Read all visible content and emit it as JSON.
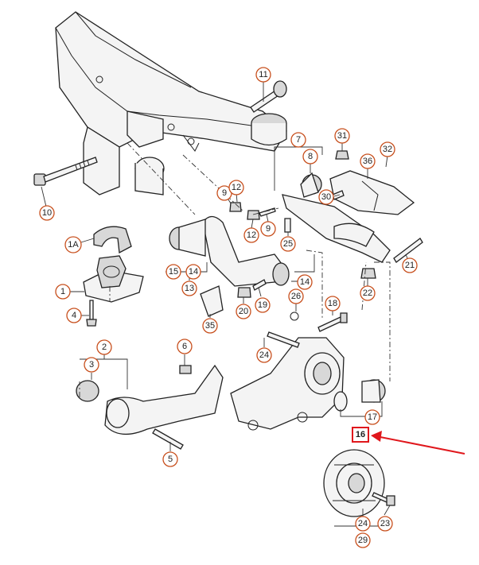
{
  "callouts": {
    "c1": "1",
    "c1a": "1A",
    "c2": "2",
    "c3": "3",
    "c4": "4",
    "c5": "5",
    "c6": "6",
    "c7": "7",
    "c8": "8",
    "c9a": "9",
    "c9b": "9",
    "c10": "10",
    "c11": "11",
    "c12a": "12",
    "c12b": "12",
    "c13": "13",
    "c14a": "14",
    "c14b": "14",
    "c15": "15",
    "c16": "16",
    "c17": "17",
    "c18": "18",
    "c19": "19",
    "c20": "20",
    "c21": "21",
    "c22": "22",
    "c23": "23",
    "c24a": "24",
    "c24b": "24",
    "c25": "25",
    "c26": "26",
    "c29": "29",
    "c30": "30",
    "c31": "31",
    "c32": "32",
    "c35": "35",
    "c36": "36"
  },
  "highlight": {
    "part_number": "16",
    "color": "#e0171c"
  },
  "colors": {
    "callout_ring": "#c8501e",
    "line": "#222222"
  }
}
